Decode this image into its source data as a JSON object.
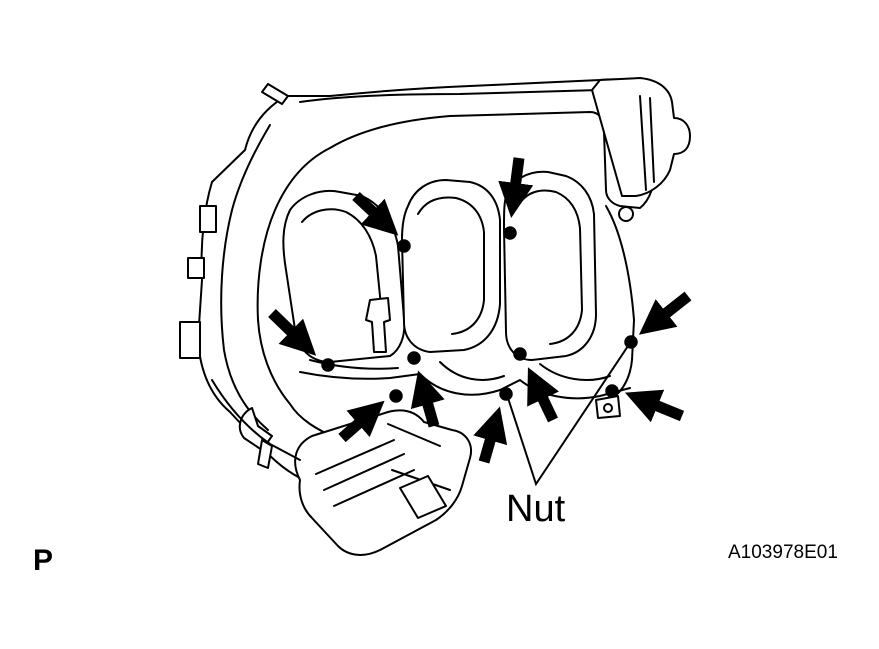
{
  "labels": {
    "nut": "Nut",
    "view": "P",
    "figure_id": "A103978E01"
  },
  "colors": {
    "line": "#000000",
    "fill": "#ffffff",
    "arrow": "#000000"
  },
  "icons": {
    "arrow": "fastener-pointer-arrow-icon",
    "nut": "hex-nut-icon"
  }
}
